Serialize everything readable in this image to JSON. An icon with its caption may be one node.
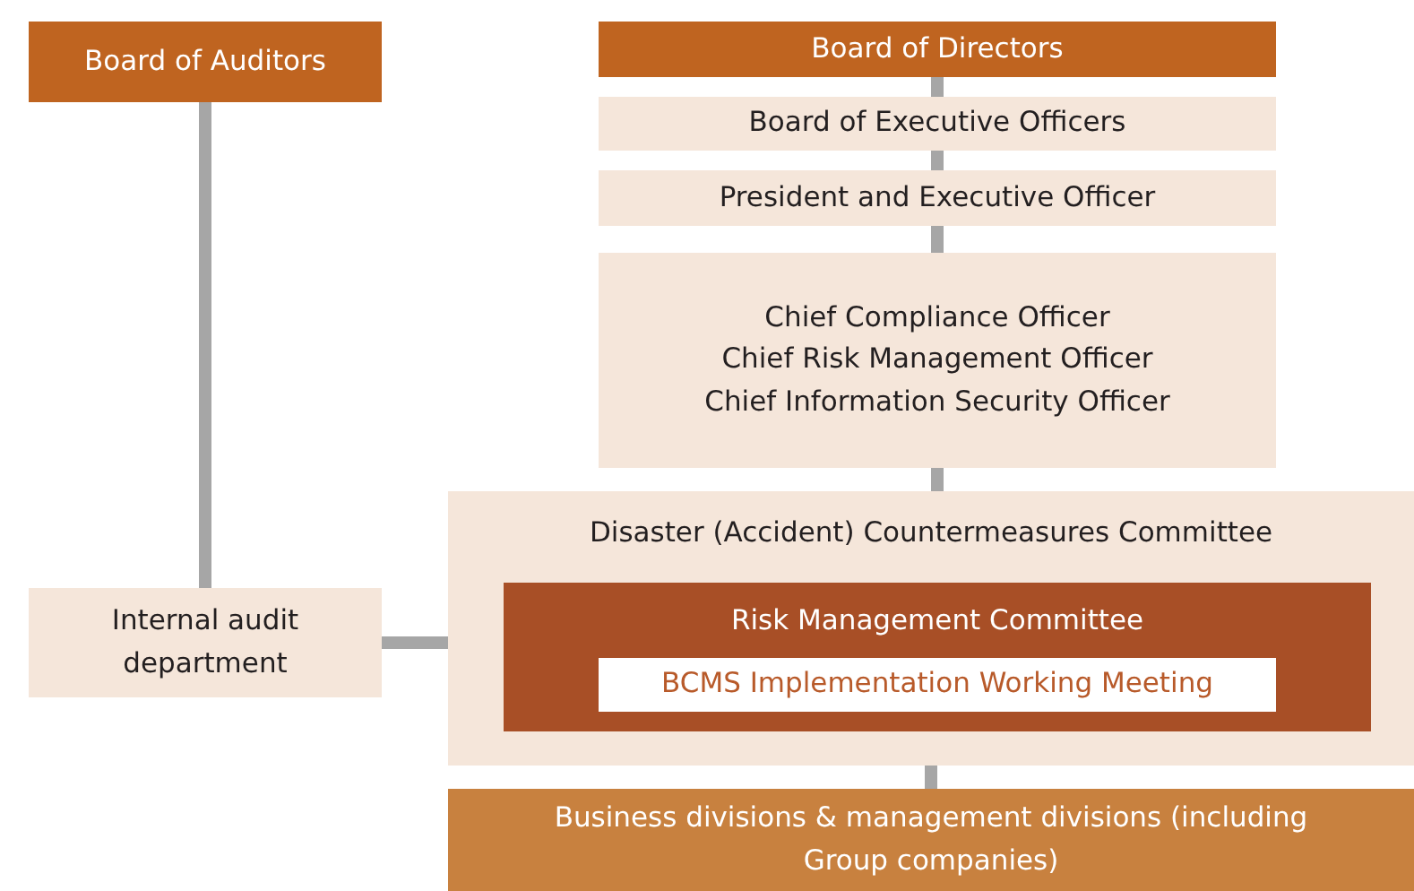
{
  "diagram": {
    "nodes": [
      {
        "text": [
          "Board of Auditors"
        ]
      },
      {
        "text": [
          "Board of Directors"
        ]
      },
      {
        "text": [
          "Board of Executive Officers"
        ]
      },
      {
        "text": [
          "President and Executive Officer"
        ]
      },
      {
        "text": [
          "Chief Compliance Officer",
          "Chief Risk Management Officer",
          "Chief Information Security Officer"
        ]
      },
      {
        "text": [
          "Disaster (Accident) Countermeasures Committee"
        ]
      },
      {
        "text": [
          "Risk Management Committee"
        ],
        "in": 5
      },
      {
        "text": [
          "BCMS Implementation Working Meeting"
        ],
        "in": 6
      },
      {
        "text": [
          "Internal audit department"
        ]
      },
      {
        "text": [
          "Business divisions & management divisions (including Group companies)"
        ]
      }
    ],
    "edges": [
      {
        "from": 0,
        "to": 8,
        "arrow": "none"
      },
      {
        "from": 8,
        "to": 5,
        "arrow": "none"
      },
      {
        "from": 1,
        "to": 2,
        "arrow": "none"
      },
      {
        "from": 2,
        "to": 3,
        "arrow": "none"
      },
      {
        "from": 3,
        "to": 4,
        "arrow": "none"
      },
      {
        "from": 4,
        "to": 5,
        "arrow": "none"
      },
      {
        "from": 5,
        "to": 9,
        "arrow": "none"
      }
    ]
  }
}
